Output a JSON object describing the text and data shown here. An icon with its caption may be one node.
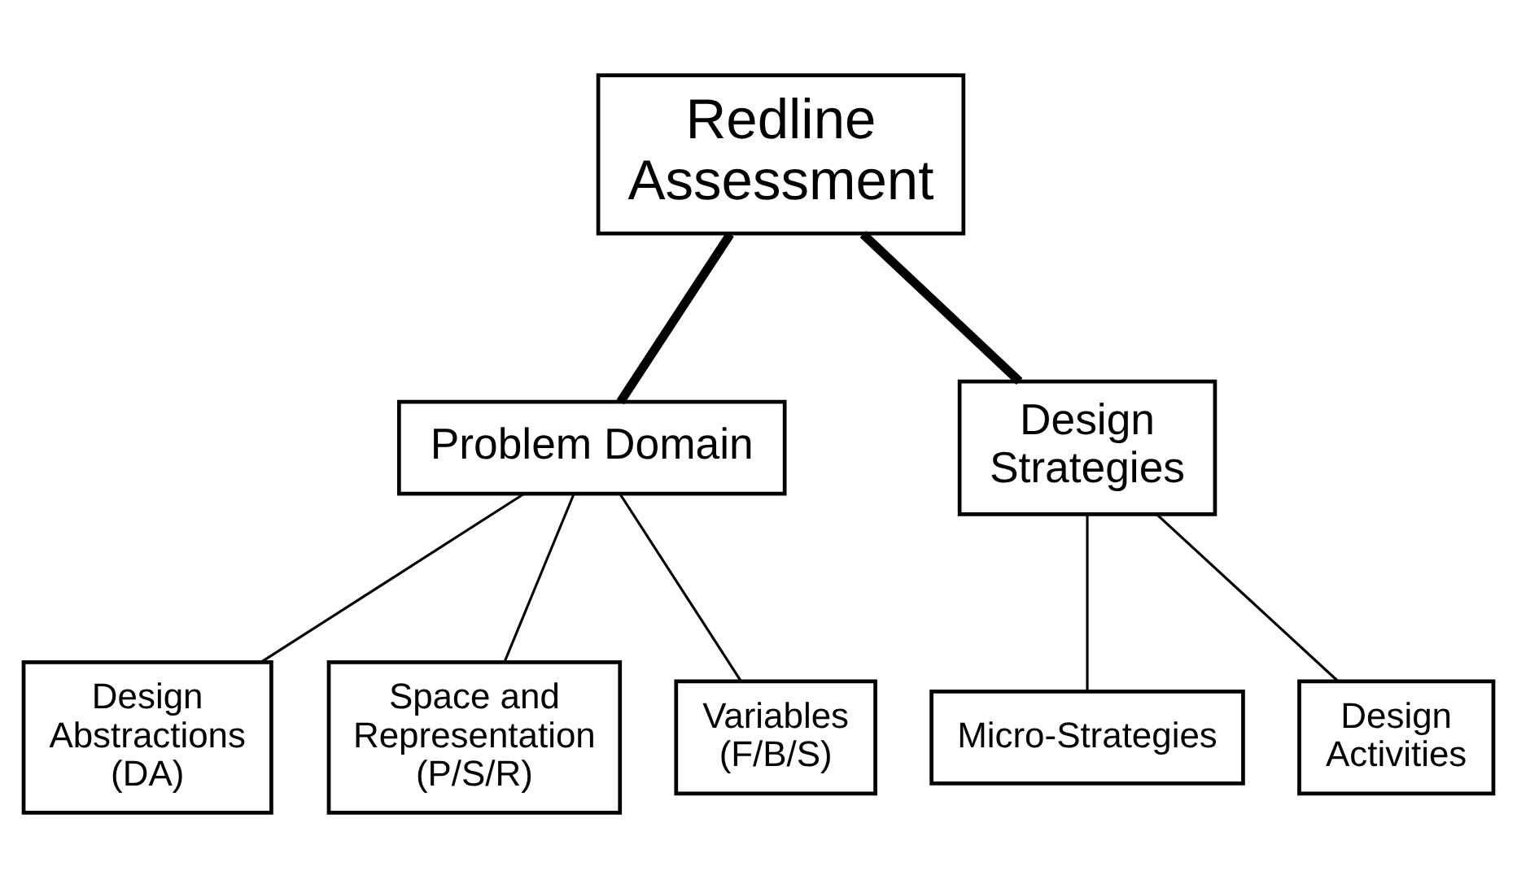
{
  "diagram": {
    "nodes": [
      {
        "text": [
          "Redline Assessment"
        ]
      },
      {
        "text": [
          "Problem Domain"
        ]
      },
      {
        "text": [
          "Design Strategies"
        ]
      },
      {
        "text": [
          "Design Abstractions (DA)"
        ]
      },
      {
        "text": [
          "Space and Representation (P/S/R)"
        ]
      },
      {
        "text": [
          "Variables (F/B/S)"
        ]
      },
      {
        "text": [
          "Micro-Strategies"
        ]
      },
      {
        "text": [
          "Design Activities"
        ]
      }
    ],
    "edges": [
      {
        "from": 0,
        "to": 1,
        "arrow": "none",
        "style": "thick"
      },
      {
        "from": 0,
        "to": 2,
        "arrow": "none",
        "style": "thick"
      },
      {
        "from": 1,
        "to": 3,
        "arrow": "none"
      },
      {
        "from": 1,
        "to": 4,
        "arrow": "none"
      },
      {
        "from": 1,
        "to": 5,
        "arrow": "none"
      },
      {
        "from": 2,
        "to": 6,
        "arrow": "none"
      },
      {
        "from": 2,
        "to": 7,
        "arrow": "none"
      }
    ]
  }
}
